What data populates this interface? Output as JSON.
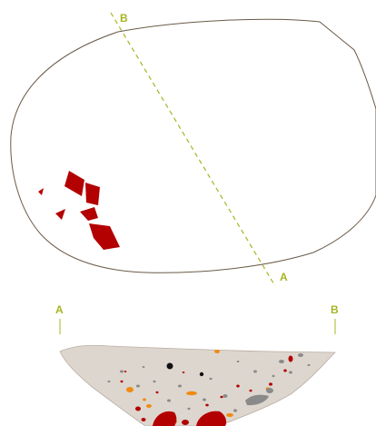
{
  "plan": {
    "section_line": {
      "start_label": "A",
      "end_label": "B"
    }
  },
  "section": {
    "left_label": "A",
    "right_label": "B"
  },
  "colors": {
    "outline": "#6a5a48",
    "section_line": "#a8b422",
    "fragment_red": "#b30000",
    "fill_beige": "#ddd6cf",
    "inclusion_gray": "#8a8a8a",
    "inclusion_orange": "#f08a12",
    "inclusion_black": "#111111"
  }
}
